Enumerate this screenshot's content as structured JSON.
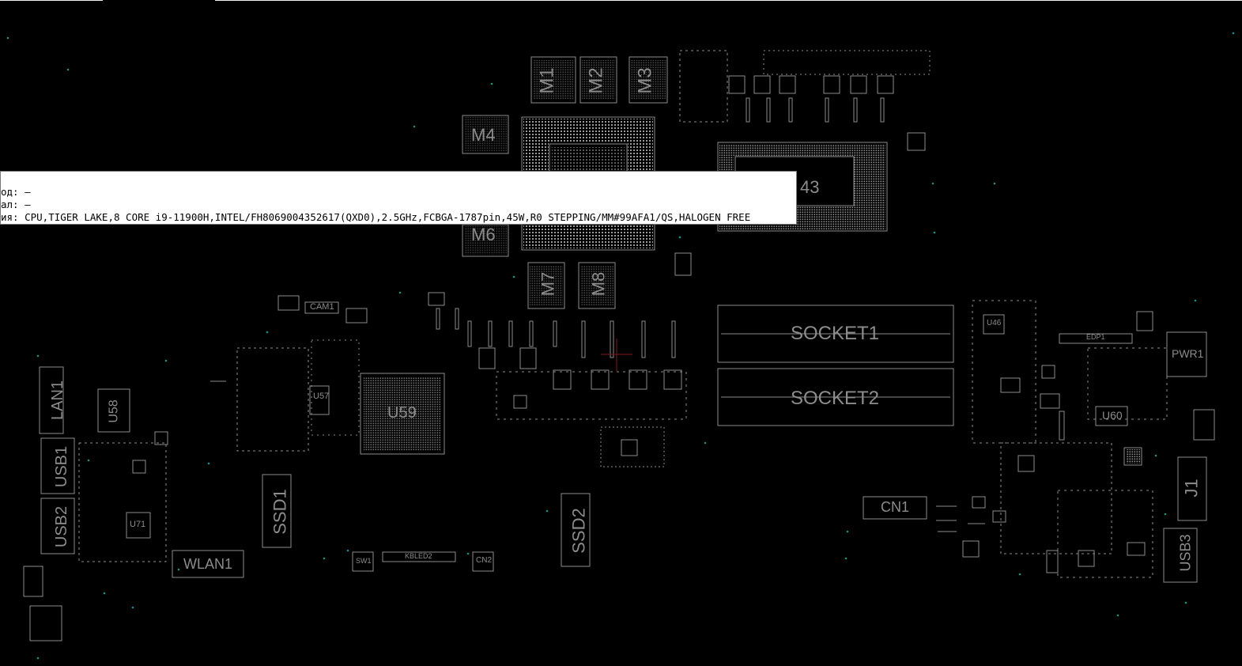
{
  "tooltip": {
    "lines": [
      "од: —",
      "ал: —",
      "ия: CPU,TIGER LAKE,8 CORE i9-11900H,INTEL/FH8069004352617(QXD0),2.5GHz,FCBGA-1787pin,45W,R0 STEPPING/MM#99AFA1/QS,HALOGEN FREE"
    ]
  },
  "components": {
    "m1": "M1",
    "m2": "M2",
    "m3": "M3",
    "m4": "M4",
    "m6": "M6",
    "m7": "M7",
    "m8": "M8",
    "u43": "43",
    "socket1": "SOCKET1",
    "socket2": "SOCKET2",
    "lan1": "LAN1",
    "u58": "U58",
    "usb1": "USB1",
    "usb2": "USB2",
    "usb3": "USB3",
    "ssd1": "SSD1",
    "ssd2": "SSD2",
    "wlan1": "WLAN1",
    "cam1": "CAM1",
    "u59": "U59",
    "cn1": "CN1",
    "cn2": "CN2",
    "sw1": "SW1",
    "kbled2": "KBLED2",
    "pwr1": "PWR1",
    "edp1": "EDP1",
    "u60": "U60",
    "u46": "U46",
    "u57": "U57",
    "u71": "U71",
    "j1": "J1"
  },
  "colors": {
    "background": "#000000",
    "trace": "#8c8c8c",
    "via": "#1f8f8a",
    "tooltip_bg": "#ffffff",
    "cursor": "#7a1c1c"
  }
}
